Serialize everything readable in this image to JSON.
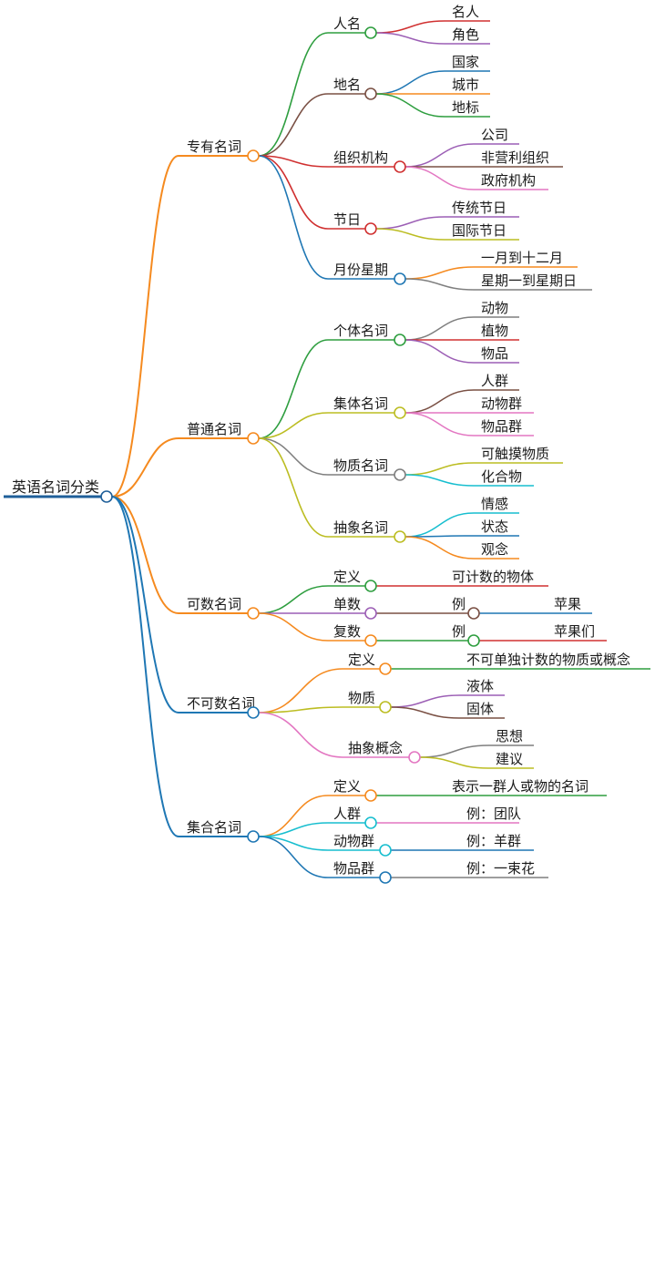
{
  "root": {
    "label": "英语名词分类",
    "color": "#1f5f99"
  },
  "branches": [
    {
      "id": "proper",
      "label": "专有名词",
      "color": "#f58a1f",
      "children": [
        {
          "label": "人名",
          "color": "#2e9e3f",
          "children": [
            {
              "label": "名人",
              "color": "#d03030"
            },
            {
              "label": "角色",
              "color": "#9c5fb5"
            }
          ]
        },
        {
          "label": "地名",
          "color": "#7a5044",
          "children": [
            {
              "label": "国家",
              "color": "#1f77b4"
            },
            {
              "label": "城市",
              "color": "#f58a1f"
            },
            {
              "label": "地标",
              "color": "#2e9e3f"
            }
          ]
        },
        {
          "label": "组织机构",
          "color": "#d03030",
          "children": [
            {
              "label": "公司",
              "color": "#9c5fb5"
            },
            {
              "label": "非营利组织",
              "color": "#7a5044"
            },
            {
              "label": "政府机构",
              "color": "#e377c2"
            }
          ]
        },
        {
          "label": "节日",
          "color": "#d03030",
          "children": [
            {
              "label": "传统节日",
              "color": "#9c5fb5"
            },
            {
              "label": "国际节日",
              "color": "#bcbd22"
            }
          ]
        },
        {
          "label": "月份星期",
          "color": "#1f77b4",
          "children": [
            {
              "label": "一月到十二月",
              "color": "#f58a1f"
            },
            {
              "label": "星期一到星期日",
              "color": "#7f7f7f"
            }
          ]
        }
      ]
    },
    {
      "id": "common",
      "label": "普通名词",
      "color": "#f58a1f",
      "children": [
        {
          "label": "个体名词",
          "color": "#2e9e3f",
          "children": [
            {
              "label": "动物",
              "color": "#7f7f7f"
            },
            {
              "label": "植物",
              "color": "#d03030"
            },
            {
              "label": "物品",
              "color": "#9c5fb5"
            }
          ]
        },
        {
          "label": "集体名词",
          "color": "#bcbd22",
          "children": [
            {
              "label": "人群",
              "color": "#7a5044"
            },
            {
              "label": "动物群",
              "color": "#e377c2"
            },
            {
              "label": "物品群",
              "color": "#e377c2"
            }
          ]
        },
        {
          "label": "物质名词",
          "color": "#7f7f7f",
          "children": [
            {
              "label": "可触摸物质",
              "color": "#bcbd22"
            },
            {
              "label": "化合物",
              "color": "#17becf"
            }
          ]
        },
        {
          "label": "抽象名词",
          "color": "#bcbd22",
          "children": [
            {
              "label": "情感",
              "color": "#17becf"
            },
            {
              "label": "状态",
              "color": "#1f77b4"
            },
            {
              "label": "观念",
              "color": "#f58a1f"
            }
          ]
        }
      ]
    },
    {
      "id": "countable",
      "label": "可数名词",
      "color": "#f58a1f",
      "children": [
        {
          "label": "定义",
          "color": "#2e9e3f",
          "children": [
            {
              "label": "可计数的物体",
              "color": "#d03030"
            }
          ]
        },
        {
          "label": "单数",
          "color": "#9c5fb5",
          "children": [
            {
              "label": "例",
              "color": "#7a5044",
              "children": [
                {
                  "label": "苹果",
                  "color": "#1f77b4"
                }
              ]
            }
          ]
        },
        {
          "label": "复数",
          "color": "#f58a1f",
          "children": [
            {
              "label": "例",
              "color": "#2e9e3f",
              "children": [
                {
                  "label": "苹果们",
                  "color": "#d03030"
                }
              ]
            }
          ]
        }
      ]
    },
    {
      "id": "uncountable",
      "label": "不可数名词",
      "color": "#1f77b4",
      "children": [
        {
          "label": "定义",
          "color": "#f58a1f",
          "children": [
            {
              "label": "不可单独计数的物质或概念",
              "color": "#2e9e3f"
            }
          ]
        },
        {
          "label": "物质",
          "color": "#bcbd22",
          "children": [
            {
              "label": "液体",
              "color": "#9c5fb5"
            },
            {
              "label": "固体",
              "color": "#7a5044"
            }
          ]
        },
        {
          "label": "抽象概念",
          "color": "#e377c2",
          "children": [
            {
              "label": "思想",
              "color": "#7f7f7f"
            },
            {
              "label": "建议",
              "color": "#bcbd22"
            }
          ]
        }
      ]
    },
    {
      "id": "collective",
      "label": "集合名词",
      "color": "#1f77b4",
      "children": [
        {
          "label": "定义",
          "color": "#f58a1f",
          "children": [
            {
              "label": "表示一群人或物的名词",
              "color": "#2e9e3f"
            }
          ]
        },
        {
          "label": "人群",
          "color": "#17becf",
          "children": [
            {
              "label": "例：团队",
              "color": "#e377c2"
            }
          ]
        },
        {
          "label": "动物群",
          "color": "#17becf",
          "children": [
            {
              "label": "例：羊群",
              "color": "#1f77b4"
            }
          ]
        },
        {
          "label": "物品群",
          "color": "#1f77b4",
          "children": [
            {
              "label": "例：一束花",
              "color": "#7f7f7f"
            }
          ]
        }
      ]
    }
  ]
}
